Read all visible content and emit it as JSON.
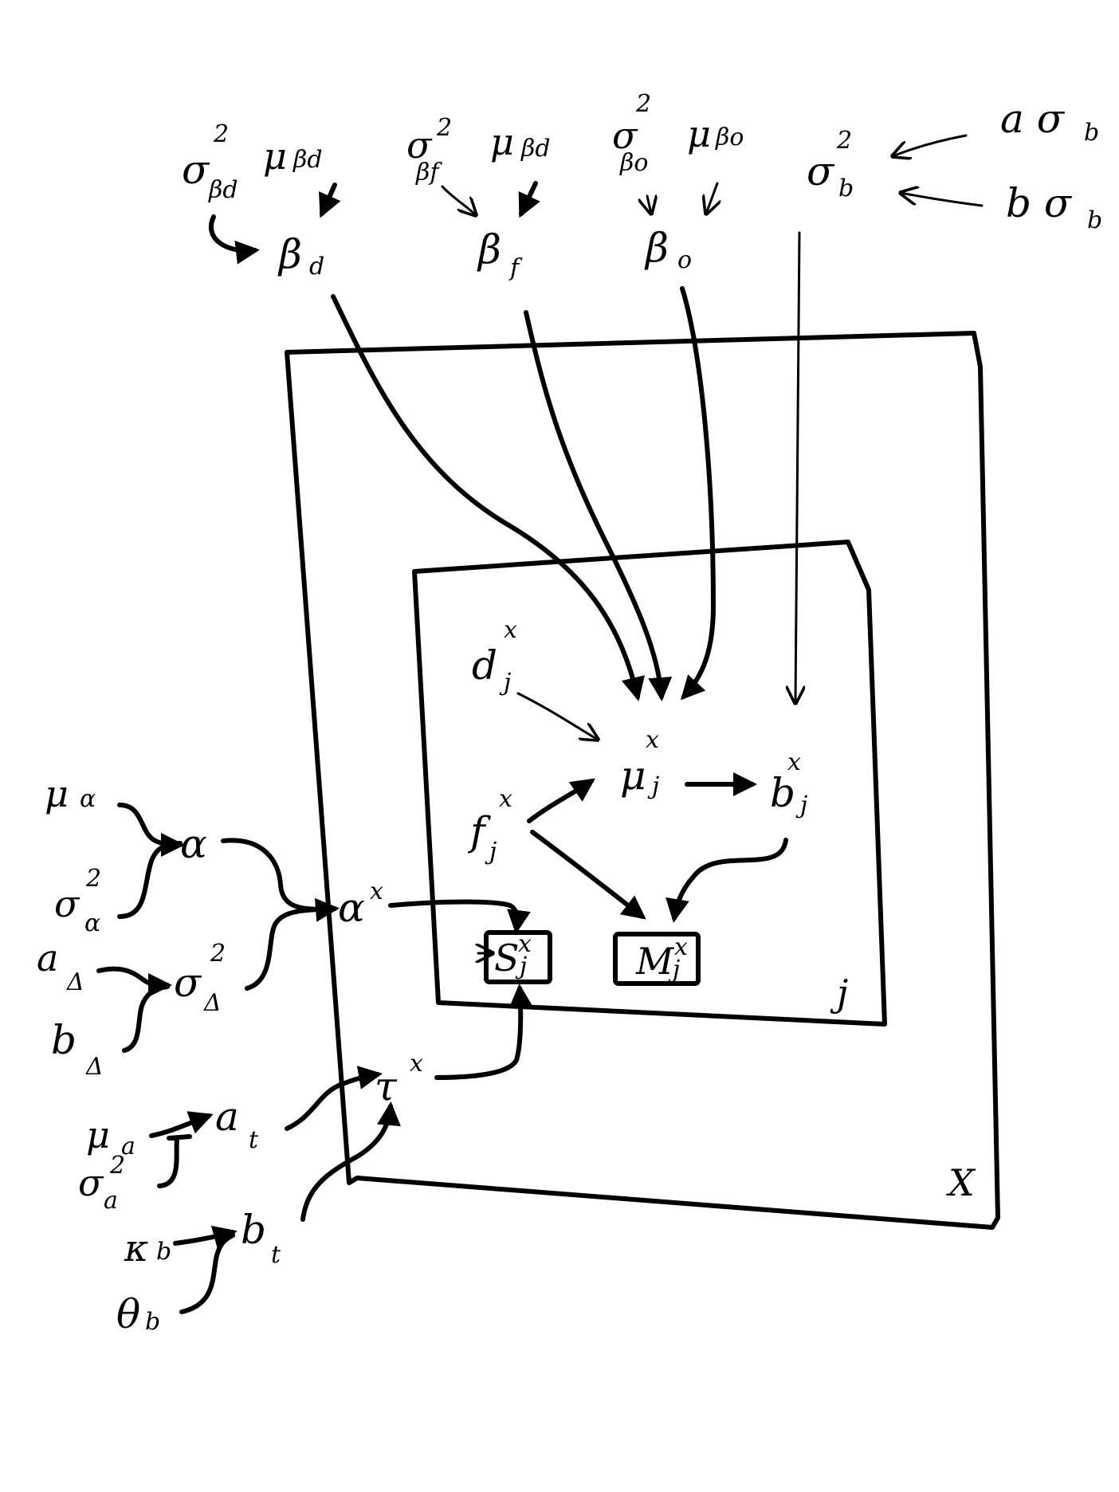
{
  "nodes": {
    "sigma2_beta_d": {
      "base": "σ",
      "sup": "2",
      "sub": "βd"
    },
    "mu_beta_d_top": {
      "base": "μ",
      "sub": "βd"
    },
    "beta_d": {
      "base": "β",
      "sub": "d"
    },
    "sigma2_beta_f": {
      "base": "σ",
      "sup": "2",
      "sub": "βf"
    },
    "mu_beta_d_second": {
      "base": "μ",
      "sub": "βd"
    },
    "beta_f": {
      "base": "β",
      "sub": "f"
    },
    "sigma2_beta_o": {
      "base": "σ",
      "sup": "2",
      "sub": "βo"
    },
    "mu_beta_o": {
      "base": "μ",
      "sub": "βo"
    },
    "beta_o": {
      "base": "β",
      "sub": "o"
    },
    "sigma2_b": {
      "base": "σ",
      "sup": "2",
      "sub": "b"
    },
    "a_sigma_b": {
      "base": "a σ",
      "sub": "b"
    },
    "b_sigma_b": {
      "base": "b σ",
      "sub": "b"
    },
    "d_j_x": {
      "base": "d",
      "sup": "x",
      "sub": "j"
    },
    "mu_j_x": {
      "base": "μ",
      "sup": "x",
      "sub": "j"
    },
    "f_j_x": {
      "base": "f",
      "sup": "x",
      "sub": "j"
    },
    "b_j_x": {
      "base": "b",
      "sup": "x",
      "sub": "j"
    },
    "S_j_x": {
      "base": "S",
      "sup": "x",
      "sub": "j"
    },
    "M_j_x": {
      "base": "M",
      "sup": "x",
      "sub": "j"
    },
    "mu_alpha": {
      "base": "μ",
      "sub": "α"
    },
    "alpha": {
      "base": "α"
    },
    "sigma2_alpha": {
      "base": "σ",
      "sup": "2",
      "sub": "α"
    },
    "alpha_x": {
      "base": "α",
      "sup": "x"
    },
    "a_delta": {
      "base": "a",
      "sub": "Δ"
    },
    "sigma2_delta": {
      "base": "σ",
      "sup": "2",
      "sub": "Δ"
    },
    "b_delta": {
      "base": "b",
      "sub": "Δ"
    },
    "tau_x": {
      "base": "τ",
      "sup": "x"
    },
    "mu_a": {
      "base": "μ",
      "sub": "a"
    },
    "a_t": {
      "base": "a",
      "sub": "t"
    },
    "sigma2_a": {
      "base": "σ",
      "sup": "2",
      "sub": "a"
    },
    "kappa_b": {
      "base": "κ",
      "sub": "b"
    },
    "b_t": {
      "base": "b",
      "sub": "t"
    },
    "theta_b": {
      "base": "θ",
      "sub": "b"
    }
  },
  "plates": {
    "outer_label": "X",
    "inner_label": "j"
  },
  "observed_nodes": [
    "S_j_x",
    "M_j_x"
  ]
}
